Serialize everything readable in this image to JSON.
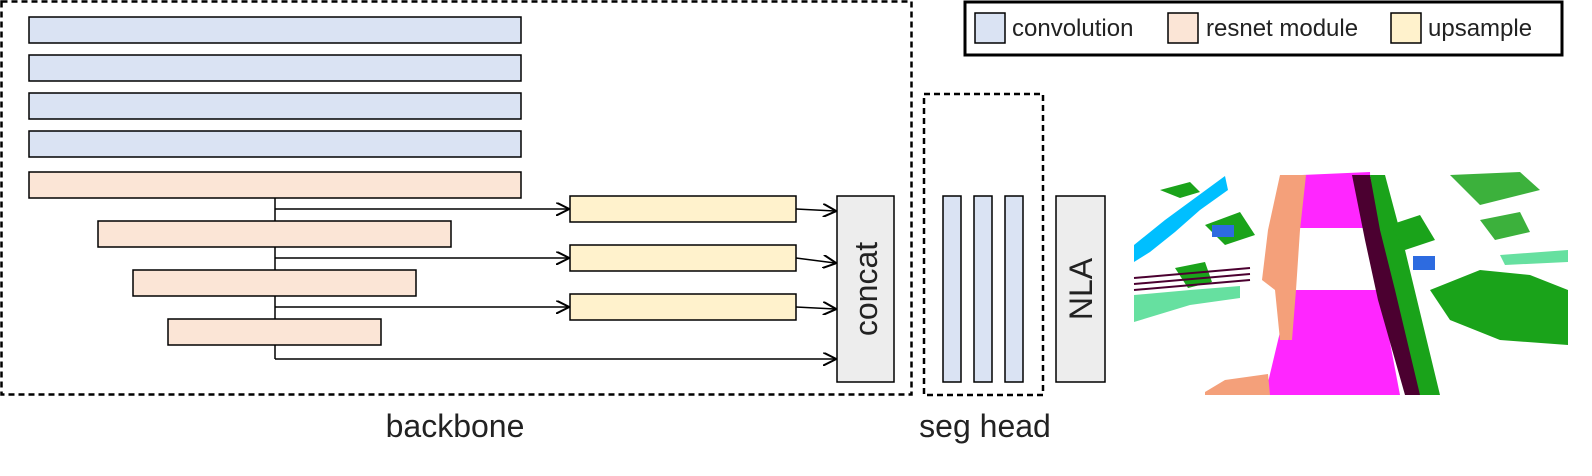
{
  "legend": {
    "items": [
      {
        "label": "convolution",
        "color": "#DAE3F3"
      },
      {
        "label": "resnet module",
        "color": "#FBE5D6"
      },
      {
        "label": "upsample",
        "color": "#FFF2CC"
      }
    ]
  },
  "blocks": {
    "concat_label": "concat",
    "nla_label": "NLA",
    "module_fill": "#EDEDED"
  },
  "groups": {
    "backbone_label": "backbone",
    "seg_head_label": "seg head"
  },
  "output_image": {
    "icon": "segmentation-point-cloud",
    "class_colors": [
      "#00BFFF",
      "#F4A07A",
      "#FF00FF",
      "#1AA31A",
      "#4B0030",
      "#2D6BE0",
      "#66E0A0"
    ]
  }
}
